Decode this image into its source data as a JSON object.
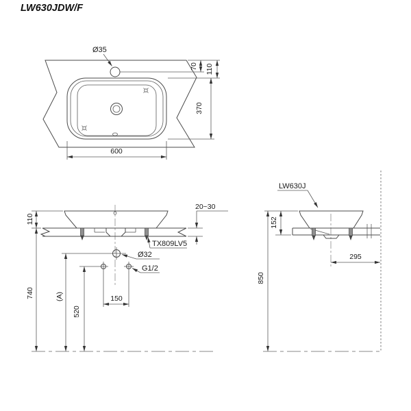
{
  "title": "LW630JDW/F",
  "colors": {
    "line": "#4a4a4a",
    "text": "#1a1a1a",
    "background": "#ffffff"
  },
  "top_view": {
    "faucet_hole_dia": "Ø35",
    "dim_faucet_offset": "70",
    "dim_basin_offset": "110",
    "dim_depth": "370",
    "dim_width": "600"
  },
  "front_view": {
    "dim_height_above_counter": "110",
    "dim_counter_thickness": "20~30",
    "fixing_bolt_label": "TX809LV5",
    "drain_dia": "Ø32",
    "supply_thread": "G1/2",
    "dim_supply_spacing": "150",
    "dim_supply_height": "520",
    "dim_drain_height": "(A)",
    "dim_counter_height": "740"
  },
  "side_view": {
    "model_label": "LW630J",
    "dim_total_height": "152",
    "dim_wall_offset": "295",
    "dim_rim_height": "850"
  }
}
